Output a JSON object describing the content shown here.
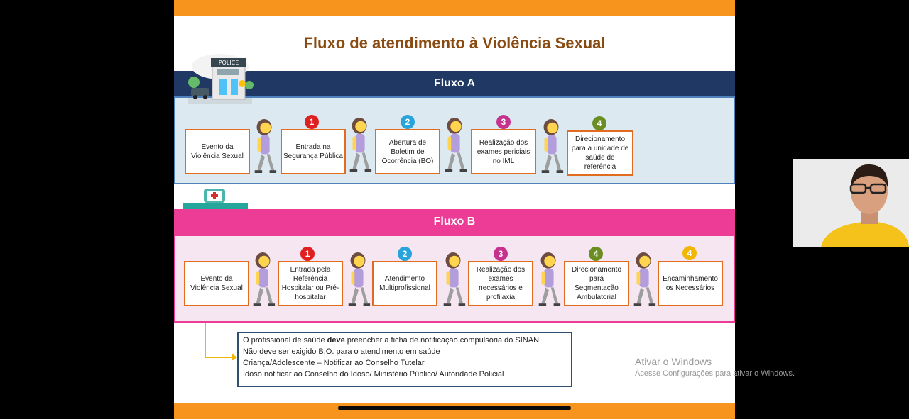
{
  "slide": {
    "title": "Fluxo de atendimento à Violência Sexual",
    "flow_a": {
      "header": "Fluxo A",
      "building_label": "POLICE",
      "steps": [
        {
          "number": "",
          "text": "Evento da Violência Sexual"
        },
        {
          "number": "1",
          "text": "Entrada na Segurança Pública"
        },
        {
          "number": "2",
          "text": "Abertura de Boletim de Ocorrência (BO)"
        },
        {
          "number": "3",
          "text": "Realização dos exames periciais no IML"
        },
        {
          "number": "4",
          "text": "Direcionamento para a unidade de saúde de referência"
        }
      ]
    },
    "flow_b": {
      "header": "Fluxo B",
      "steps": [
        {
          "number": "",
          "text": "Evento da Violência Sexual"
        },
        {
          "number": "1",
          "text": "Entrada pela Referência Hospitalar ou Pré-hospitalar"
        },
        {
          "number": "2",
          "text": "Atendimento Multiprofissional"
        },
        {
          "number": "3",
          "text": "Realização dos exames necessários e profilaxia"
        },
        {
          "number": "4",
          "text": "Direcionamento para Segmentação Ambulatorial"
        },
        {
          "number": "4",
          "text": "Encaminhamento os Necessários"
        }
      ]
    },
    "info": {
      "line1_pre": "O profissional de saúde ",
      "line1_bold": "deve",
      "line1_post": " preencher a ficha de notificação compulsória do SINAN",
      "line2": "Não deve ser exigido B.O. para o atendimento em saúde",
      "line3": "Criança/Adolescente – Notificar ao Conselho Tutelar",
      "line4": "Idoso notificar ao Conselho do Idoso/ Ministério Público/ Autoridade Policial"
    }
  },
  "watermark": {
    "title": "Ativar o Windows",
    "subtitle": "Acesse Configurações para ativar o Windows."
  },
  "colors": {
    "orange": "#f7941d",
    "navy": "#1f3864",
    "pink": "#ec3c95",
    "box_border": "#e26b1f",
    "badge_1": "#e02020",
    "badge_2": "#29a3dc",
    "badge_3": "#c6338f",
    "badge_4": "#6b8e23",
    "badge_4b": "#f2b705"
  }
}
